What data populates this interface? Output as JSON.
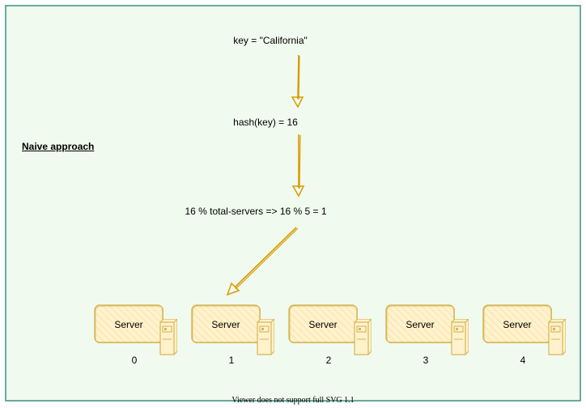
{
  "diagram": {
    "key_text": "key = \"California\"",
    "hash_text": "hash(key) = 16",
    "modulo_text": "16 % total-servers => 16 % 5 = 1",
    "section_heading": "Naive approach",
    "server_label": "Server",
    "servers": [
      {
        "label": "Server",
        "index": "0"
      },
      {
        "label": "Server",
        "index": "1"
      },
      {
        "label": "Server",
        "index": "2"
      },
      {
        "label": "Server",
        "index": "3"
      },
      {
        "label": "Server",
        "index": "4"
      }
    ],
    "selected_server_index": 1
  },
  "footer": {
    "text": "Viewer does not support full SVG 1.1"
  },
  "colors": {
    "background": "#f1faee",
    "border": "#67ab9f",
    "arrow": "#d79b00",
    "server_fill": "#fff2cc",
    "server_stroke": "#d6b656"
  },
  "icons": {
    "server": "server-tower-icon",
    "arrow": "arrow-down-icon"
  }
}
